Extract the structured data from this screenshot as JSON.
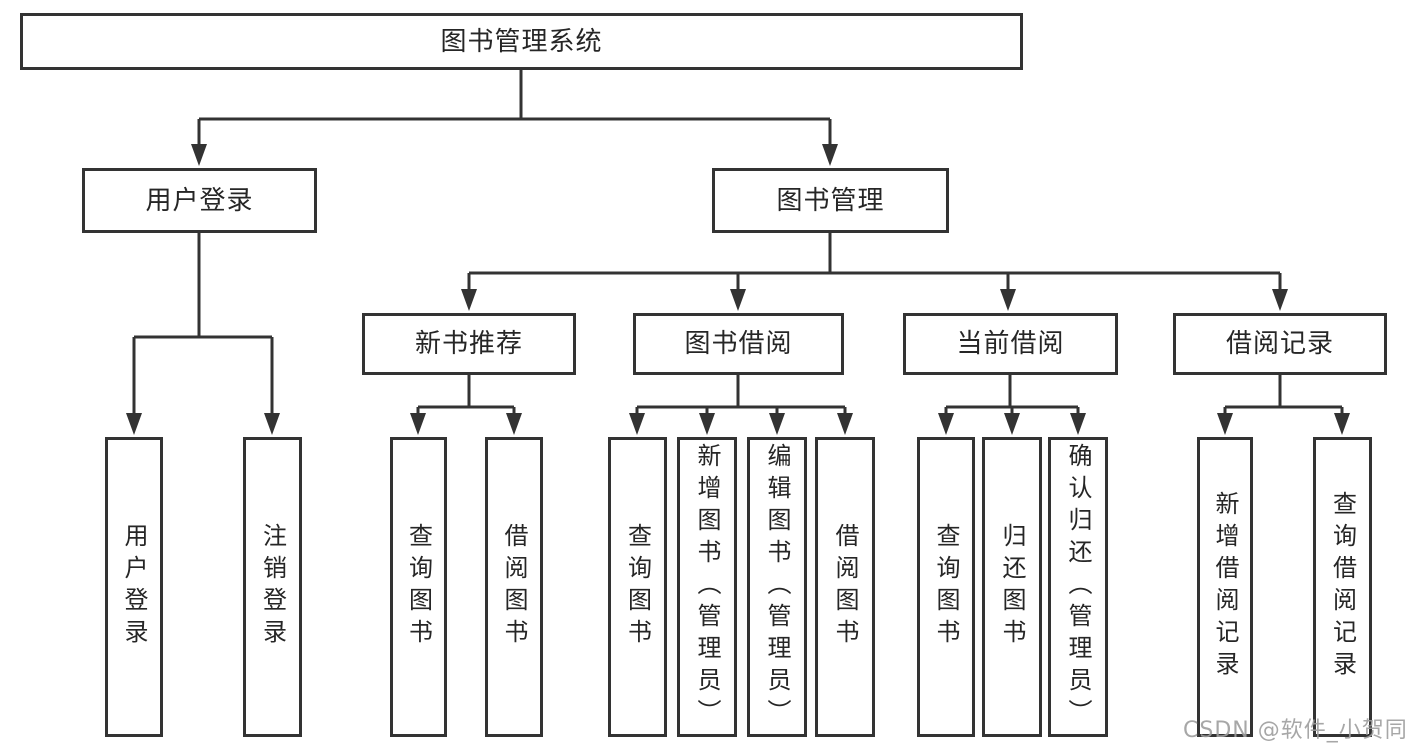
{
  "diagram": {
    "root": {
      "label": "图书管理系统",
      "children": [
        {
          "label": "用户登录",
          "children": [
            {
              "label": "用户登录"
            },
            {
              "label": "注销登录"
            }
          ]
        },
        {
          "label": "图书管理",
          "children": [
            {
              "label": "新书推荐",
              "children": [
                {
                  "label": "查询图书"
                },
                {
                  "label": "借阅图书"
                }
              ]
            },
            {
              "label": "图书借阅",
              "children": [
                {
                  "label": "查询图书"
                },
                {
                  "label": "新增图书（管理员）"
                },
                {
                  "label": "编辑图书（管理员）"
                },
                {
                  "label": "借阅图书"
                }
              ]
            },
            {
              "label": "当前借阅",
              "children": [
                {
                  "label": "查询图书"
                },
                {
                  "label": "归还图书"
                },
                {
                  "label": "确认归还（管理员）"
                }
              ]
            },
            {
              "label": "借阅记录",
              "children": [
                {
                  "label": "新增借阅记录"
                },
                {
                  "label": "查询借阅记录"
                }
              ]
            }
          ]
        }
      ]
    },
    "watermark": "CSDN @软件_小贺同学",
    "colors": {
      "line": "#333333",
      "text": "#262626",
      "box_background": "#ffffff",
      "watermark": "#9e9e9e",
      "page_background": "#ffffff"
    }
  }
}
